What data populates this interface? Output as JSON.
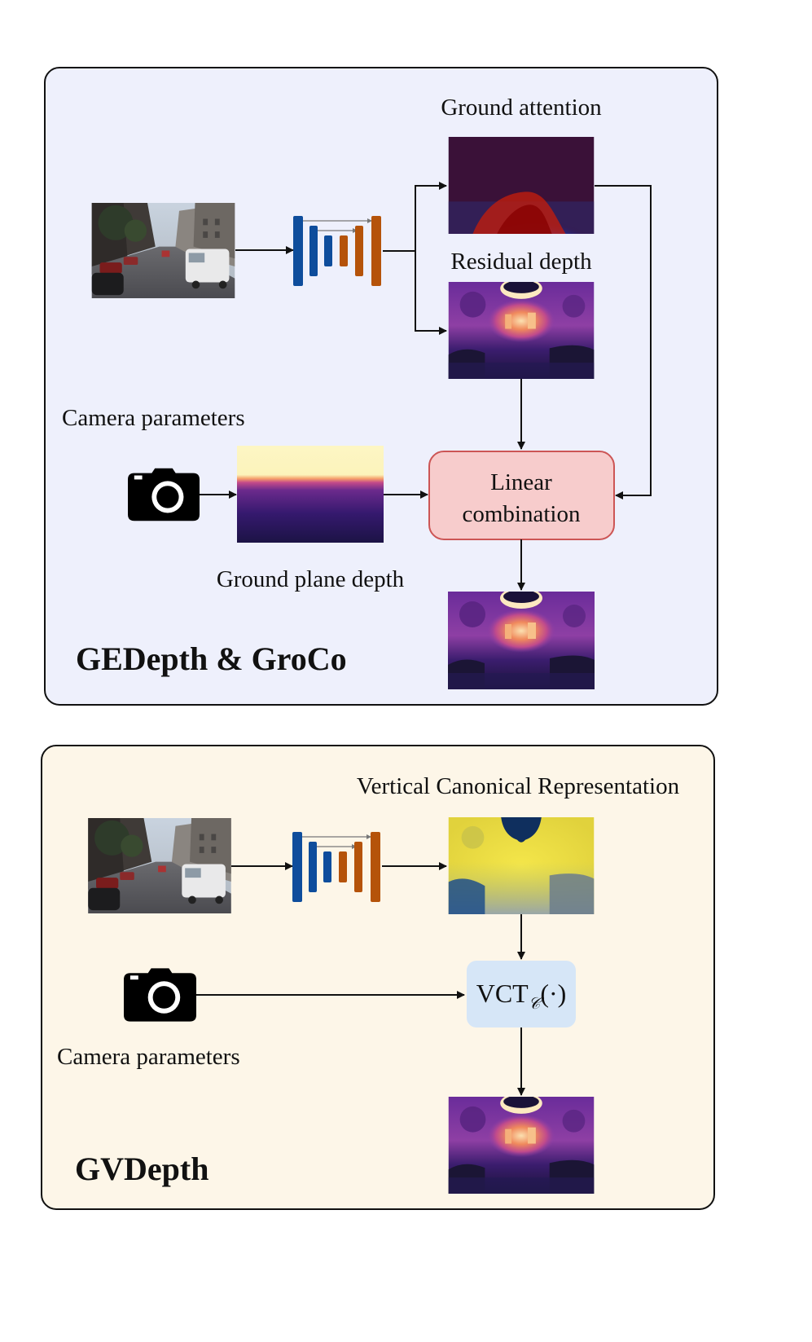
{
  "panel_top": {
    "title": "GEDepth & GroCo",
    "ground_attention_label": "Ground attention",
    "residual_depth_label": "Residual depth",
    "camera_label": "Camera parameters",
    "ground_plane_label": "Ground plane depth",
    "linear_combination_line1": "Linear",
    "linear_combination_line2": "combination",
    "colors": {
      "background": "#eef0fc",
      "combine_fill": "#f7cccc",
      "combine_stroke": "#cc5555"
    }
  },
  "panel_bottom": {
    "title": "GVDepth",
    "vcr_label": "Vertical Canonical Representation",
    "camera_label": "Camera parameters",
    "vct_main": "VCT",
    "vct_sub": "𝒞",
    "vct_args": "(·)",
    "colors": {
      "background": "#fdf6e8",
      "vct_fill": "#d6e6f7"
    }
  },
  "network_colors": {
    "encoder": "#0e4d9c",
    "decoder": "#b5530a"
  }
}
